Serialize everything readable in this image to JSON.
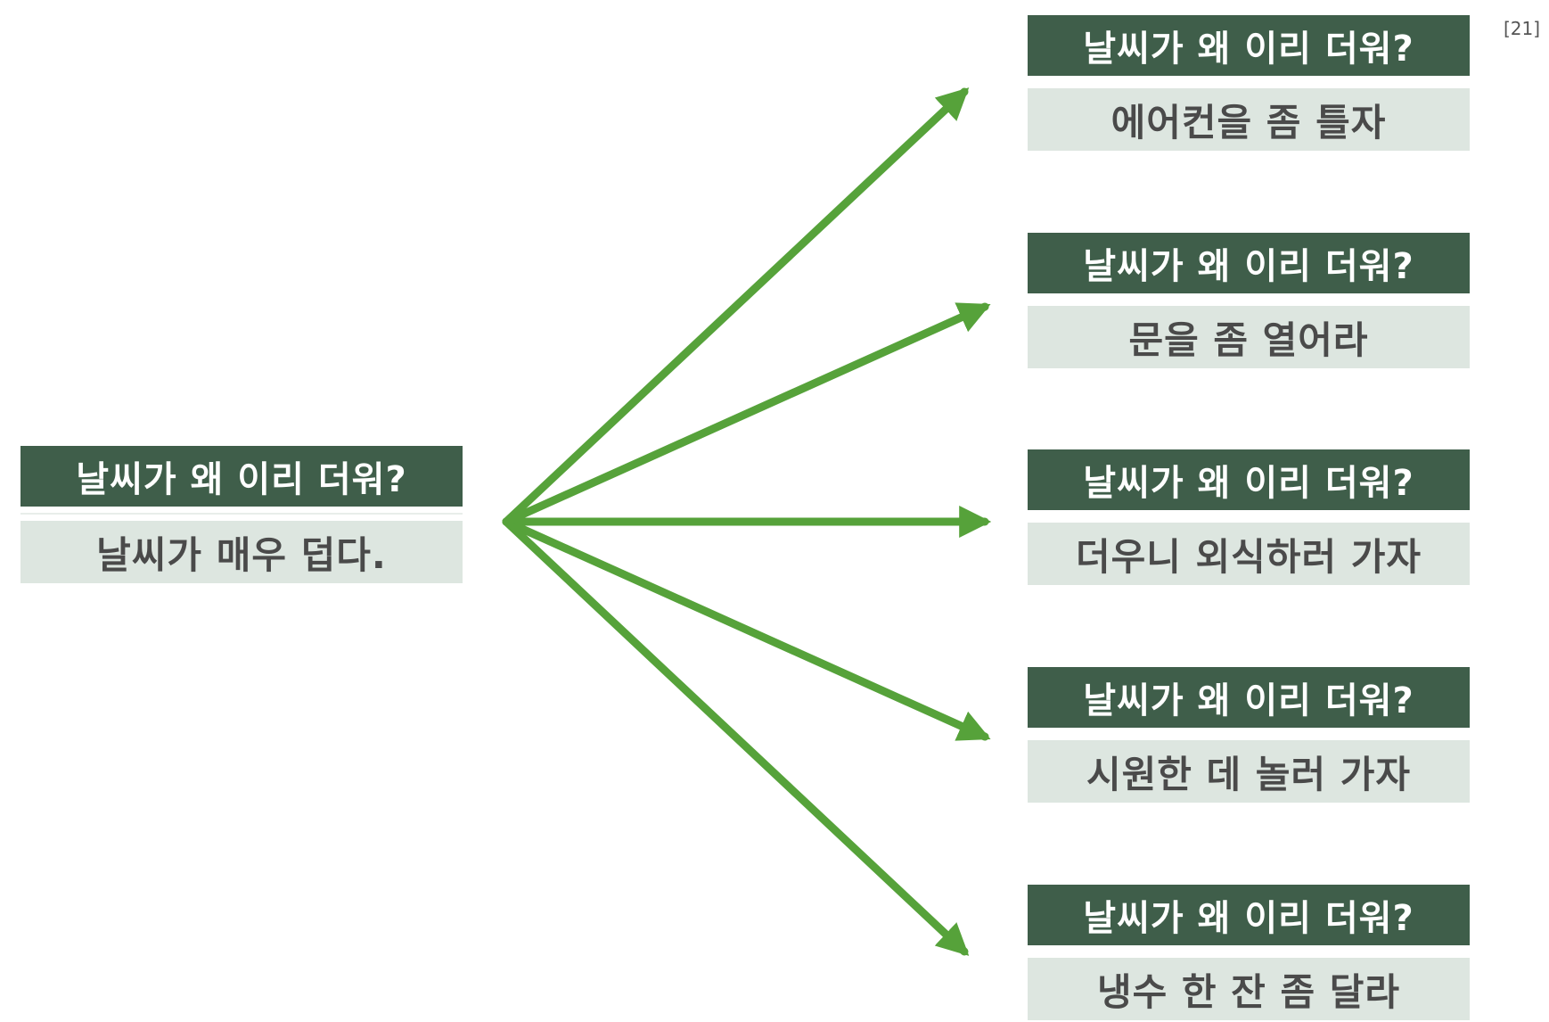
{
  "colors": {
    "header_bg": "#3f5e4a",
    "body_bg": "#dde6e0",
    "body_text": "#4a4a4a",
    "arrow": "#56a23a"
  },
  "footnote": "[21]",
  "source": {
    "question": "날씨가 왜 이리 더워?",
    "statement": "날씨가 매우 덥다."
  },
  "targets": [
    {
      "question": "날씨가 왜 이리 더워?",
      "interpretation": "에어컨을 좀 틀자"
    },
    {
      "question": "날씨가 왜 이리 더워?",
      "interpretation": "문을 좀 열어라"
    },
    {
      "question": "날씨가 왜 이리 더워?",
      "interpretation": "더우니 외식하러 가자"
    },
    {
      "question": "날씨가 왜 이리 더워?",
      "interpretation": "시원한 데 놀러 가자"
    },
    {
      "question": "날씨가 왜 이리 더워?",
      "interpretation": "냉수 한 잔 좀 달라"
    }
  ]
}
